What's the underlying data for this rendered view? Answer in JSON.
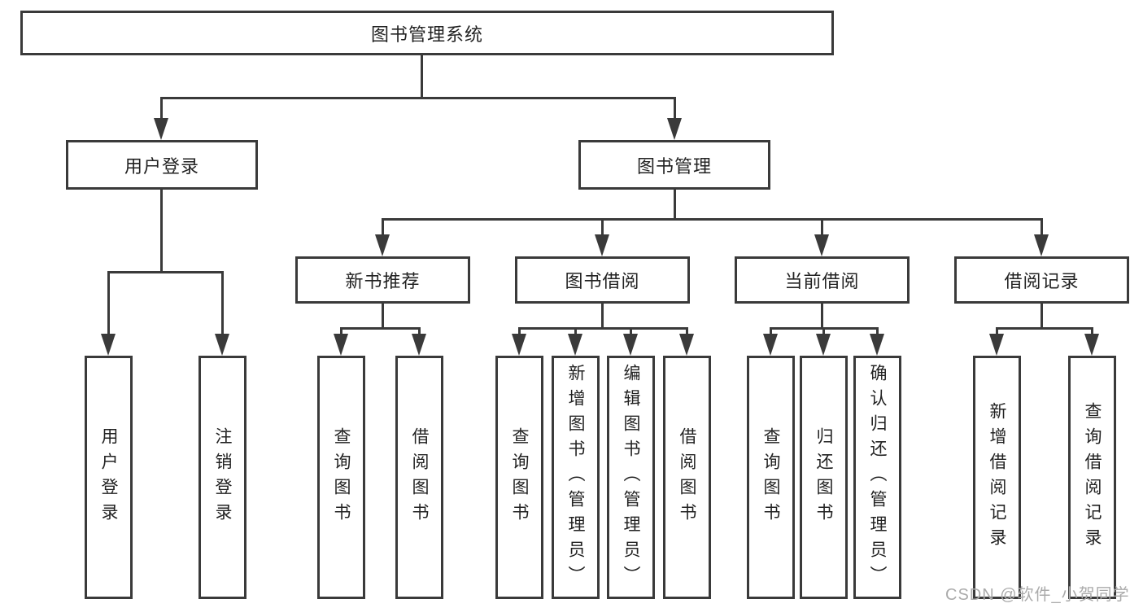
{
  "diagram": {
    "title": "图书管理系统",
    "nodes": {
      "root": "图书管理系统",
      "l2": [
        "用户登录",
        "图书管理"
      ],
      "l3": [
        "新书推荐",
        "图书借阅",
        "当前借阅",
        "借阅记录"
      ],
      "leaves_user_login": [
        "用户登录",
        "注销登录"
      ],
      "leaves_new_book": [
        "查询图书",
        "借阅图书"
      ],
      "leaves_book_borrow": [
        "查询图书",
        "新增图书（管理员）",
        "编辑图书（管理员）",
        "借阅图书"
      ],
      "leaves_current_borrow": [
        "查询图书",
        "归还图书",
        "确认归还（管理员）"
      ],
      "leaves_borrow_record": [
        "新增借阅记录",
        "查询借阅记录"
      ]
    },
    "watermark": "CSDN @软件_小贺同学",
    "colors": {
      "line": "#3a3a3a",
      "text": "#222222",
      "watermark": "#ababab",
      "background": "#ffffff"
    }
  }
}
